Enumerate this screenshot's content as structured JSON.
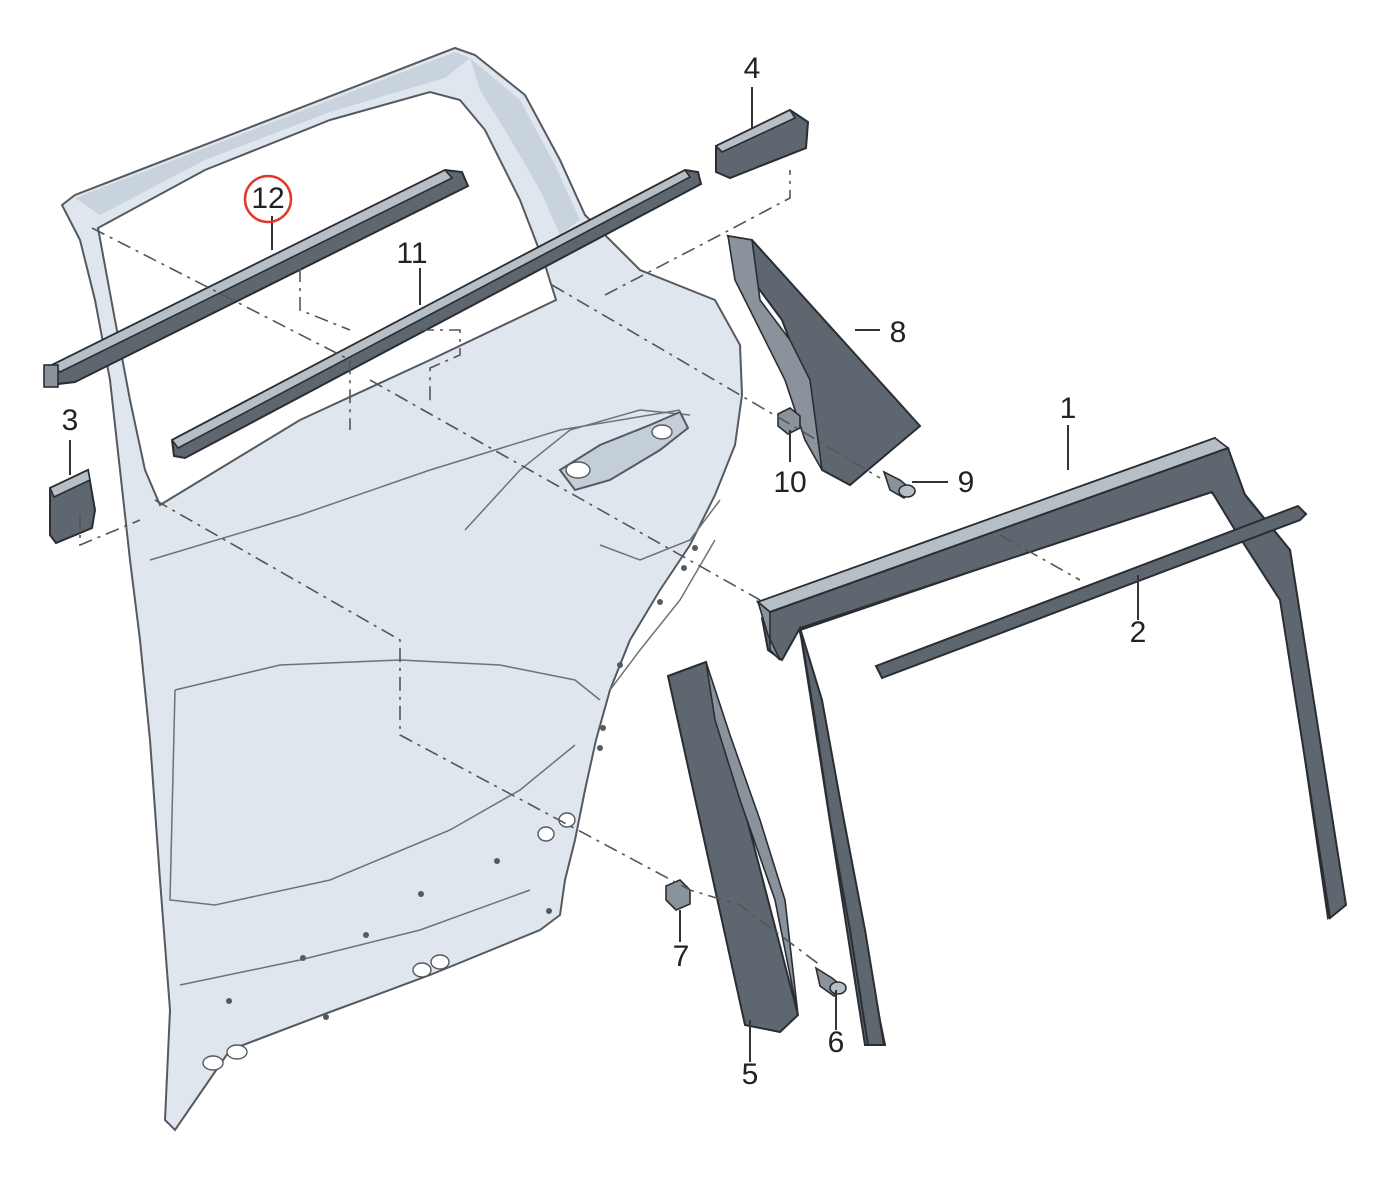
{
  "callouts": {
    "c1": "1",
    "c2": "2",
    "c3": "3",
    "c4": "4",
    "c5": "5",
    "c6": "6",
    "c7": "7",
    "c8": "8",
    "c9": "9",
    "c10": "10",
    "c11": "11",
    "c12": "12"
  },
  "highlight": {
    "callout": "12",
    "color": "#e0392b"
  },
  "colors": {
    "door_panel": "#dfe6ee",
    "parts": "#5e666f"
  }
}
